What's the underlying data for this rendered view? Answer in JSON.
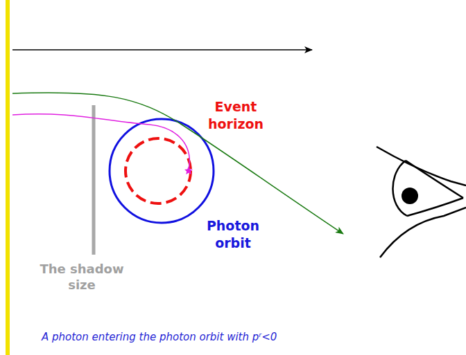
{
  "diagram": {
    "caption": "A photon entering the photon orbit with pʳ<0",
    "labels": [
      "Event horizon",
      "Photon orbit",
      "The shadow size"
    ]
  }
}
